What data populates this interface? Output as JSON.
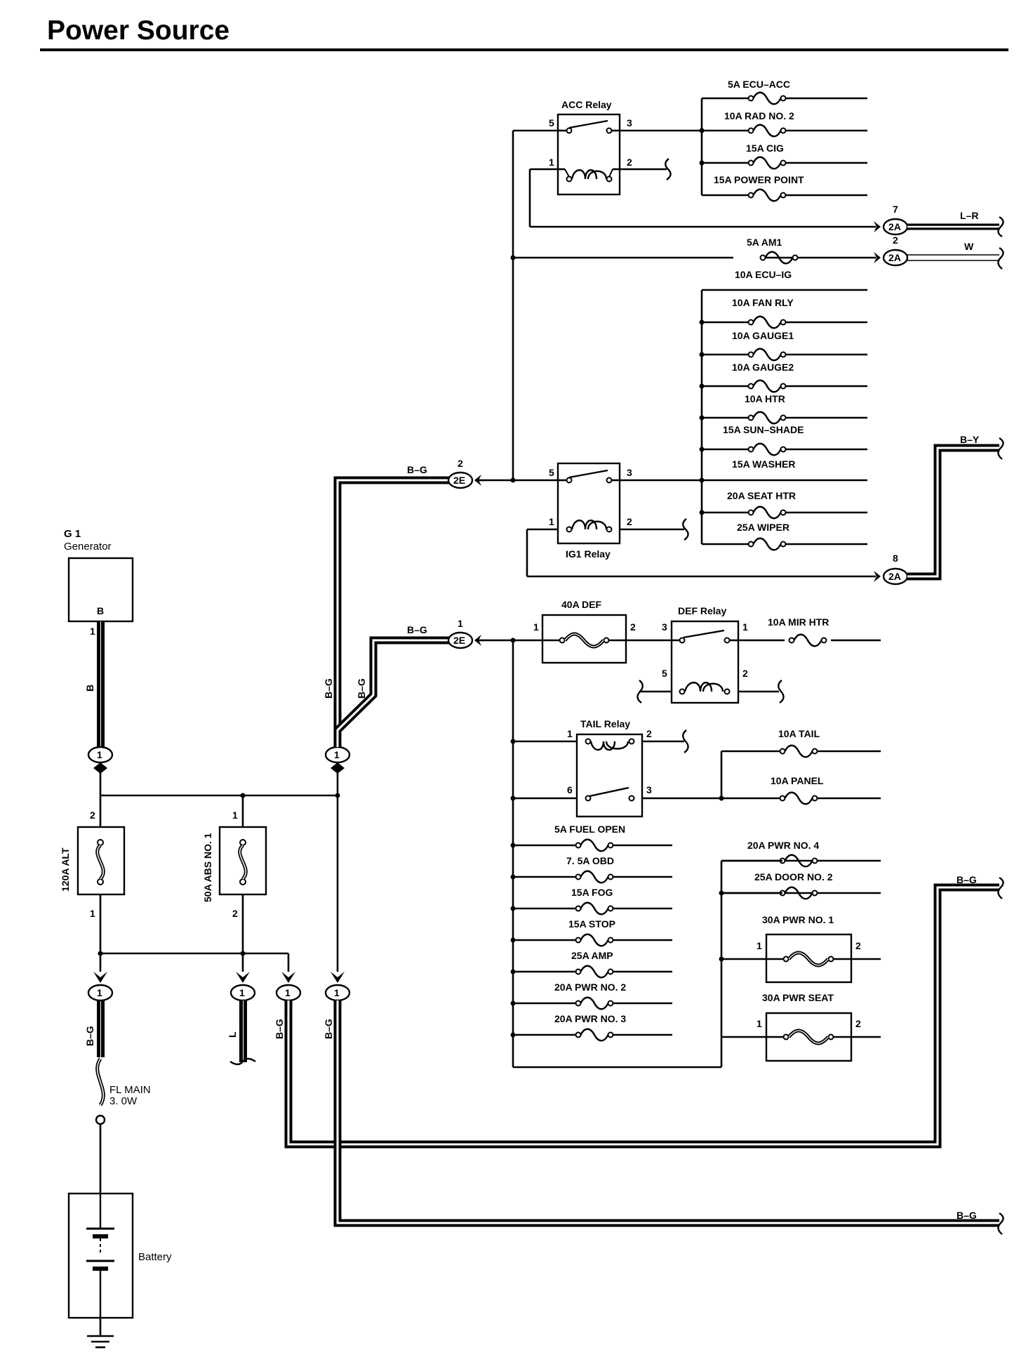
{
  "title": "Power Source",
  "generator": {
    "code": "G 1",
    "name": "Generator",
    "terminal": "B"
  },
  "battery": {
    "name": "Battery"
  },
  "fl_main": {
    "line1": "FL MAIN",
    "line2": "3. 0W"
  },
  "fusible_links": {
    "alt": "120A ALT",
    "abs": "50A ABS NO. 1"
  },
  "relays": {
    "acc": "ACC Relay",
    "ig1": "IG1 Relay",
    "def": "DEF Relay",
    "tail": "TAIL Relay"
  },
  "acc_fuses": [
    "5A ECU–ACC",
    "10A RAD NO. 2",
    "15A CIG",
    "15A POWER POINT"
  ],
  "am1": "5A AM1",
  "ig_fuses": [
    "10A ECU–IG",
    "10A FAN RLY",
    "10A GAUGE1",
    "10A GAUGE2",
    "10A HTR",
    "15A SUN–SHADE",
    "15A WASHER",
    "20A SEAT HTR",
    "25A WIPER"
  ],
  "def": {
    "fuse": "40A DEF",
    "mir": "10A MIR HTR"
  },
  "tail_fuses": [
    "10A TAIL",
    "10A PANEL"
  ],
  "left_fuses": [
    "5A FUEL OPEN",
    "7. 5A OBD",
    "15A FOG",
    "15A STOP",
    "25A AMP",
    "20A PWR NO. 2",
    "20A PWR NO. 3"
  ],
  "right_fuses": {
    "pwr4": "20A PWR NO. 4",
    "door2": "25A DOOR NO. 2",
    "pwr1": "30A PWR NO. 1",
    "seat": "30A PWR SEAT"
  },
  "connectors": {
    "c2a": "2A",
    "c2e": "2E",
    "c1": "1"
  },
  "wire_colors": {
    "lr": "L–R",
    "w": "W",
    "by": "B–Y",
    "bg": "B–G",
    "b": "B",
    "l": "L"
  },
  "pins": {
    "p1": "1",
    "p2": "2",
    "p3": "3",
    "p5": "5",
    "p6": "6",
    "p7": "7",
    "p8": "8"
  }
}
